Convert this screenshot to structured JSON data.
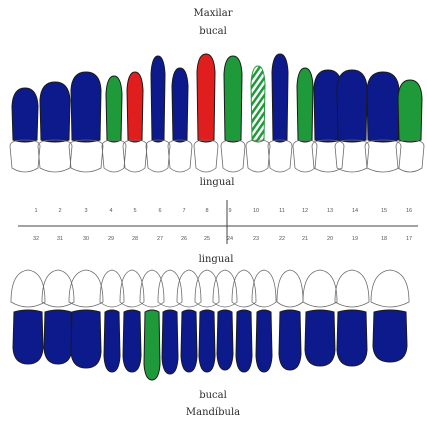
{
  "chart_title_top_1": "Maxilar",
  "chart_title_top_2": "bucal",
  "chart_title_bottom_1": "bucal",
  "chart_title_bottom_2": "Mandíbula",
  "upper_surface_label": "lingual",
  "lower_surface_label": "lingual",
  "colors": {
    "blue": "#0d1a8c",
    "green": "#1e9a3a",
    "red": "#e01e1e",
    "outline": "#6b6b6b"
  },
  "upper_numbers": [
    "1",
    "2",
    "3",
    "4",
    "5",
    "6",
    "7",
    "8",
    "9",
    "10",
    "11",
    "12",
    "13",
    "14",
    "15",
    "16"
  ],
  "lower_numbers": [
    "32",
    "31",
    "30",
    "29",
    "28",
    "27",
    "26",
    "25",
    "24",
    "23",
    "22",
    "21",
    "20",
    "19",
    "18",
    "17"
  ],
  "upper_teeth": [
    {
      "tooth": "1",
      "state": "blue"
    },
    {
      "tooth": "2",
      "state": "blue"
    },
    {
      "tooth": "3",
      "state": "blue"
    },
    {
      "tooth": "4",
      "state": "green"
    },
    {
      "tooth": "5",
      "state": "red"
    },
    {
      "tooth": "6",
      "state": "blue"
    },
    {
      "tooth": "7",
      "state": "blue"
    },
    {
      "tooth": "8",
      "state": "red"
    },
    {
      "tooth": "9",
      "state": "green"
    },
    {
      "tooth": "10",
      "state": "hatched"
    },
    {
      "tooth": "11",
      "state": "blue"
    },
    {
      "tooth": "12",
      "state": "green"
    },
    {
      "tooth": "13",
      "state": "blue"
    },
    {
      "tooth": "14",
      "state": "blue"
    },
    {
      "tooth": "15",
      "state": "blue"
    },
    {
      "tooth": "16",
      "state": "green"
    }
  ],
  "lower_teeth": [
    {
      "tooth": "32",
      "state": "blue"
    },
    {
      "tooth": "31",
      "state": "blue"
    },
    {
      "tooth": "30",
      "state": "blue"
    },
    {
      "tooth": "29",
      "state": "blue"
    },
    {
      "tooth": "28",
      "state": "blue"
    },
    {
      "tooth": "27",
      "state": "green"
    },
    {
      "tooth": "26",
      "state": "blue"
    },
    {
      "tooth": "25",
      "state": "blue"
    },
    {
      "tooth": "24",
      "state": "blue"
    },
    {
      "tooth": "23",
      "state": "blue"
    },
    {
      "tooth": "22",
      "state": "blue"
    },
    {
      "tooth": "21",
      "state": "blue"
    },
    {
      "tooth": "20",
      "state": "blue"
    },
    {
      "tooth": "19",
      "state": "blue"
    },
    {
      "tooth": "18",
      "state": "blue"
    },
    {
      "tooth": "17",
      "state": "blue"
    }
  ]
}
